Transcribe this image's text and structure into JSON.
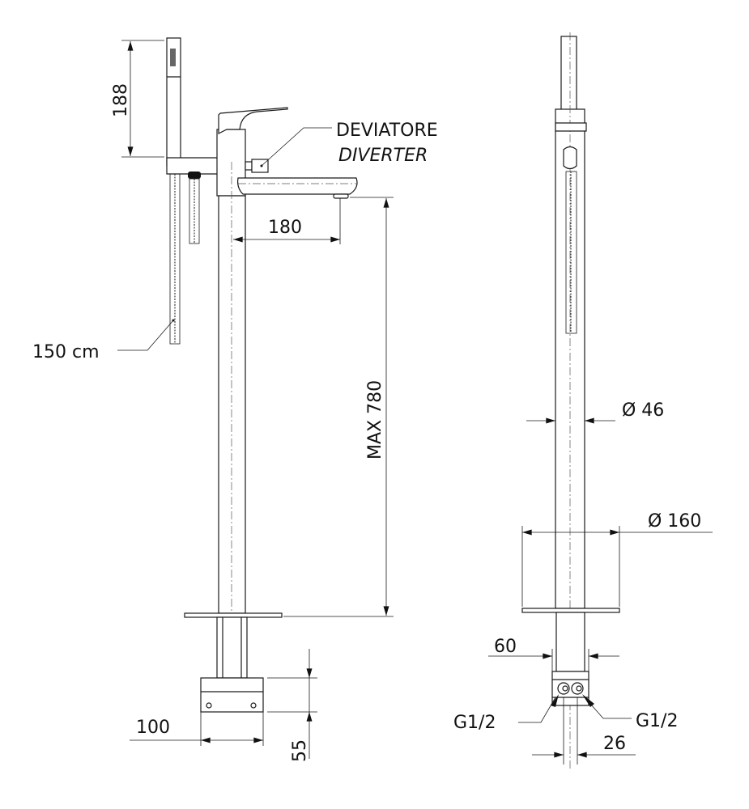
{
  "labels": {
    "diverter_it": "DEVIATORE",
    "diverter_en": "DIVERTER",
    "hose_length": "150 cm",
    "handshower_height": "188",
    "spout_reach": "180",
    "max_height": "MAX 780",
    "base_width": "100",
    "base_height": "55",
    "column_diameter": "Ø 46",
    "plate_diameter": "Ø 160",
    "base_depth": "60",
    "connection_left": "G1/2",
    "connection_right": "G1/2",
    "connection_spacing": "26"
  },
  "colors": {
    "line": "#1a1a1a",
    "background": "#ffffff"
  }
}
